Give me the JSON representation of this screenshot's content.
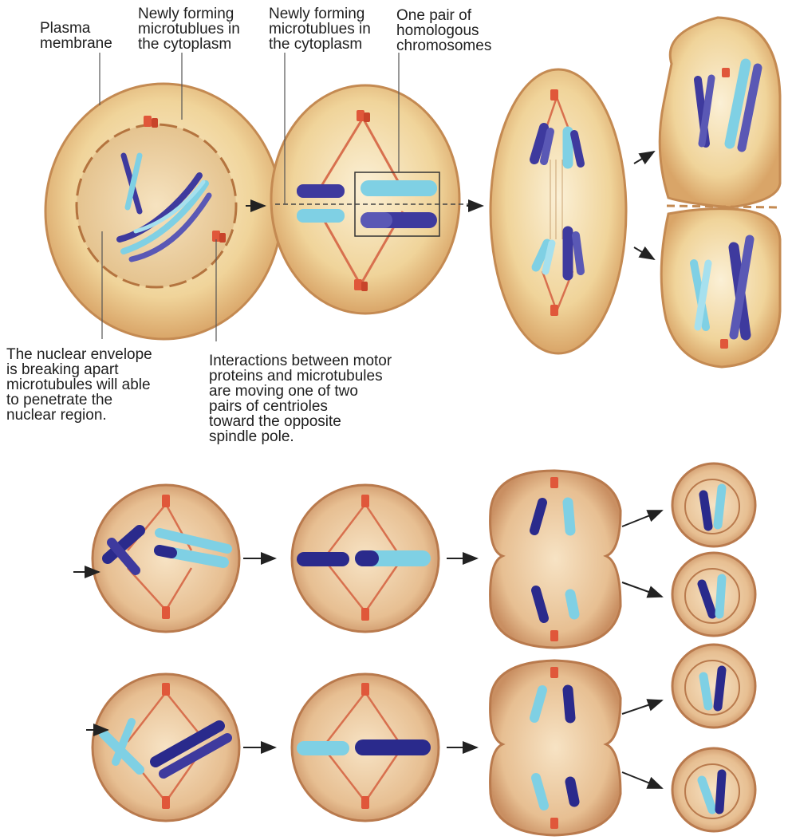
{
  "labels": {
    "plasma_membrane": "Plasma\nmembrane",
    "microtubules_1": "Newly forming\nmicrotublues in\nthe cytoplasm",
    "microtubules_2": "Newly forming\nmicrotublues in\nthe cytoplasm",
    "homologous_pair": "One pair of\nhomologous\nchromosomes",
    "nuclear_envelope": "The nuclear envelope\nis breaking apart\nmicrotubules will able\nto penetrate the\nnuclear region.",
    "motor_proteins": "Interactions between motor\nproteins and microtubules\nare moving one of two\npairs of centrioles\ntoward the opposite\nspindle pole."
  },
  "colors": {
    "cell_fill": "#f1d7a0",
    "cell_edge": "#c48a52",
    "chromatid_dark": "#3e3a9e",
    "chromatid_light": "#7fd0e4",
    "centriole": "#e0573a",
    "spindle": "#d8704e",
    "leader": "#555555"
  }
}
